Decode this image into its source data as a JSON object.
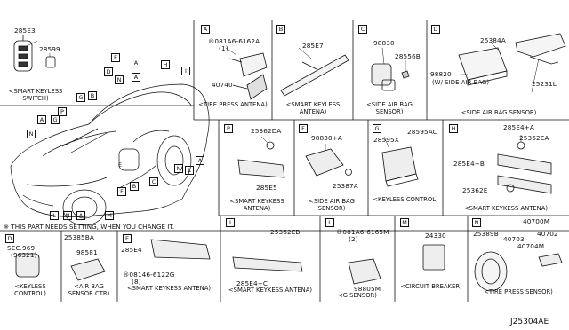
{
  "panel_letters": [
    "A",
    "B",
    "C",
    "D",
    "E",
    "F",
    "G",
    "H",
    "I",
    "L",
    "M",
    "N",
    "P"
  ],
  "top_left": {
    "part_285e3": "285E3",
    "part_28599": "28599",
    "caption": "<SMART KEYLESS SWITCH)"
  },
  "panel_a": {
    "letter": "A",
    "bolt_code": "®081A6-6162A",
    "bolt_qty": "(1)",
    "part": "40740",
    "caption": "<TIRE PRESS ANTENA)"
  },
  "panel_b": {
    "letter": "B",
    "part": "285E7",
    "caption": "<SMART KEYLESS ANTENA)"
  },
  "panel_c": {
    "letter": "C",
    "part_1": "98830",
    "part_2": "28556B",
    "caption": "<SIDE AIR BAG SENSOR)"
  },
  "panel_d": {
    "letter": "D",
    "part_1": "25384A",
    "part_2": "98820",
    "part_2_note": "(W/ SIDE AIR BAG)",
    "part_3": "25231L",
    "caption": "<SIDE AIR BAG SENSOR)"
  },
  "panel_p": {
    "letter": "P",
    "part_1": "25362DA",
    "part_2": "285E5",
    "caption": "<SMART KEYKESS ANTENA)"
  },
  "panel_f": {
    "letter": "F",
    "part_1": "98830+A",
    "part_2": "25387A",
    "caption": "<SIDE AIR BAG SENSOR)"
  },
  "panel_g": {
    "letter": "G",
    "part_1": "28595X",
    "part_2": "28595AC",
    "caption": "<KEYLESS CONTROL)"
  },
  "panel_h": {
    "letter": "H",
    "part_1": "285E4+A",
    "part_2": "25362EA",
    "part_3": "285E4+B",
    "part_4": "25362E",
    "caption": "<SMART KEYKESS ANTENA)"
  },
  "setting_note": "※ THIS PART NEEDS SETTING, WHEN YOU CHANGE IT.",
  "panel_q": {
    "letter": "D",
    "part": "SEC.969",
    "part_sub": "(96321)",
    "caption": "<KEYLESS CONTROL)"
  },
  "panel_abs": {
    "part_1": "25385BA",
    "part_2": "98581",
    "caption": "<AIR BAG SENSOR CTR)"
  },
  "panel_e": {
    "letter": "E",
    "part_1": "285E4",
    "part_2": "®08146-6122G",
    "part_2_qty": "(8)",
    "caption": "<SMART KEYKESS ANTENA)"
  },
  "panel_i": {
    "letter": "I",
    "part_1": "25362EB",
    "part_2": "285E4+C",
    "caption": "<SMART KEYKESS ANTENA)"
  },
  "panel_l": {
    "letter": "L",
    "part_1": "®081A6-6165M",
    "part_1_qty": "(2)",
    "part_2": "98805M",
    "caption": "<G SENSOR)"
  },
  "panel_m": {
    "letter": "M",
    "part": "24330",
    "caption": "<CIRCUIT BREAKER)"
  },
  "panel_n": {
    "letter": "N",
    "part_1": "40700M",
    "part_2": "25389B",
    "part_3": "40703",
    "part_4": "40702",
    "part_5": "40704M",
    "caption": "<TIRE PRESS SENSOR)"
  },
  "drawing_code": "J25304AE"
}
